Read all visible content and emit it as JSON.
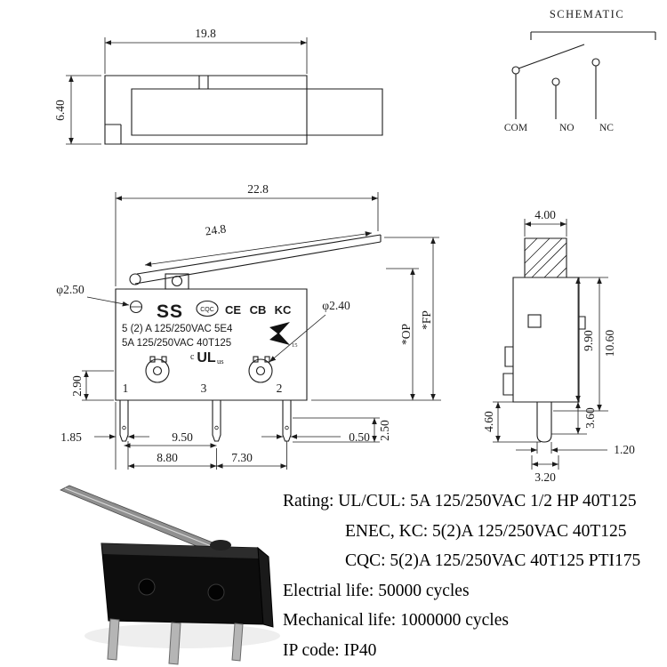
{
  "lever_view": {
    "dim_width": "19.8",
    "dim_height": "6.40"
  },
  "schematic": {
    "title": "SCHEMATIC",
    "com": "COM",
    "no": "NO",
    "nc": "NC"
  },
  "main_view": {
    "dim_width": "22.8",
    "dim_lever": "24.8",
    "dim_hole_left": "φ2.50",
    "dim_hole_right": "φ2.40",
    "dim_pin_height": "2.90",
    "dim_edge_pin": "1.85",
    "dim_pin1_pin3": "9.50",
    "dim_span_left": "8.80",
    "dim_span_right": "7.30",
    "dim_pin_width": "0.50",
    "dim_pin_hole": "2.50",
    "dim_op": "*OP",
    "dim_fp": "*FP",
    "terminal_1": "1",
    "terminal_3": "3",
    "terminal_2": "2",
    "brand": "SS",
    "cert_cqc": "CQC",
    "cert_ce": "CE",
    "cert_cb": "CB",
    "cert_kc": "KC",
    "cert_note": "15",
    "rating_line1": "5 (2) A 125/250VAC 5E4",
    "rating_line2": "5A 125/250VAC 40T125",
    "ul_c": "c",
    "ul": "UL",
    "ul_us": "us"
  },
  "side_view": {
    "dim_plunger_width": "4.00",
    "dim_body_height": "9.90",
    "dim_total_height": "10.60",
    "dim_pin_length": "4.60",
    "dim_pin_offset": "3.60",
    "dim_pin_width": "1.20",
    "dim_base_width": "3.20"
  },
  "ratings": {
    "line1": "Rating: UL/CUL: 5A 125/250VAC 1/2 HP 40T125",
    "line2": "ENEC, KC: 5(2)A 125/250VAC 40T125",
    "line3": "CQC: 5(2)A 125/250VAC 40T125 PTI175",
    "line4": "Electrial life: 50000 cycles",
    "line5": "Mechanical life: 1000000 cycles",
    "line6": "IP code: IP40"
  }
}
